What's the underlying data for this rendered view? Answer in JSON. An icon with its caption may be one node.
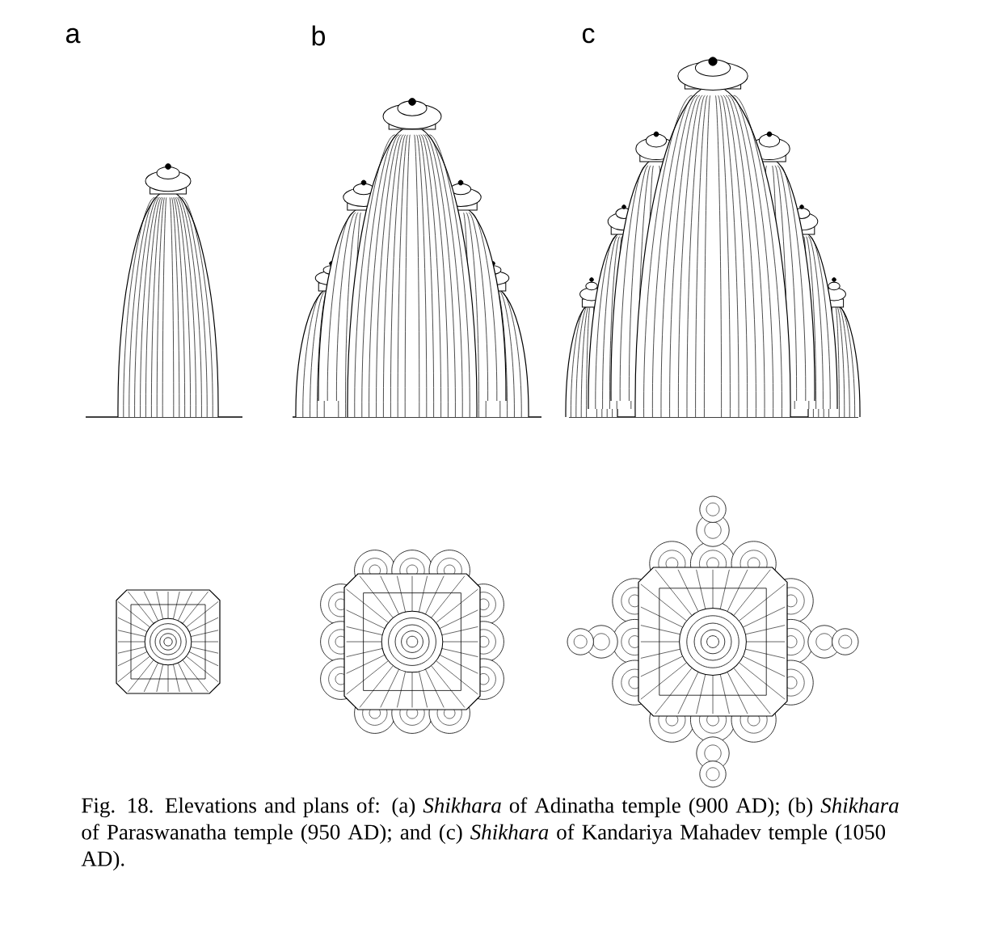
{
  "diagram": {
    "caption": "Fig. 18. Elevations and plans of: (a) *Shikhara* of Adinatha temple (900 AD); (b) *Shikhara* of Paraswanatha temple (950 AD); and (c) *Shikhara* of Kandariya Mahadev temple (1050 AD).",
    "labels": [
      "a",
      "b",
      "c"
    ]
  }
}
